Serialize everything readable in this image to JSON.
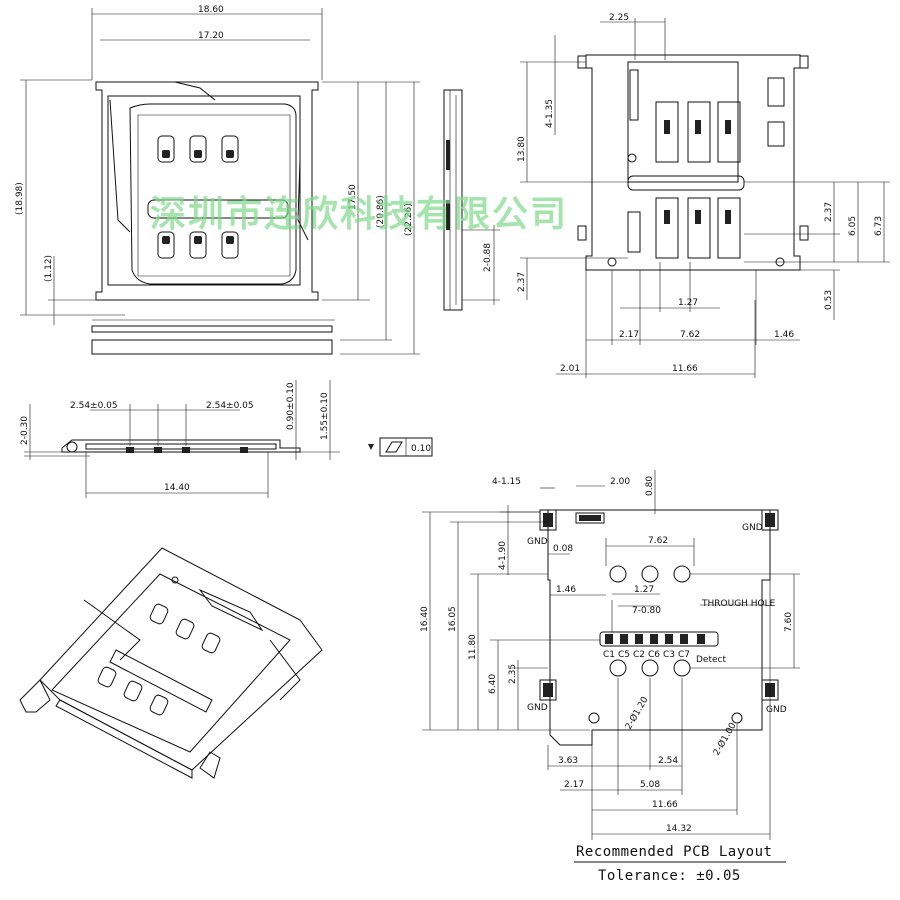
{
  "watermark": "深圳市连欣科技有限公司",
  "top_view": {
    "dims": [
      "18.60",
      "17.20",
      "(18.98)",
      "17.50",
      "(20.86)",
      "(22.26)",
      "(1.12)"
    ]
  },
  "side_view": {
    "dims": [
      "2-0.88"
    ]
  },
  "right_view": {
    "dims": [
      "2.25",
      "4-1.35",
      "13.80",
      "2.37",
      "6.05",
      "6.73",
      "2.37",
      "1.27",
      "0.53",
      "2.17",
      "7.62",
      "1.46",
      "2.01",
      "11.66"
    ]
  },
  "front_view": {
    "dims": [
      "2-0.30",
      "2.54±0.05",
      "2.54±0.05",
      "0.90±0.10",
      "1.55±0.10",
      "14.40",
      "0.10"
    ]
  },
  "pcb_layout": {
    "dims": [
      "4-1.15",
      "2.00",
      "0.80",
      "4-1.90",
      "0.08",
      "7.62",
      "1.46",
      "1.27",
      "7-0.80",
      "THROUGH HOLE",
      "16.40",
      "16.05",
      "11.80",
      "6.40",
      "2.35",
      "7.60",
      "2-Ø1.20",
      "2-Ø1.00",
      "3.63",
      "2.54",
      "2.17",
      "5.08",
      "11.66",
      "14.32"
    ],
    "gnd_labels": [
      "GND",
      "GND",
      "GND",
      "GND"
    ],
    "pin_labels": [
      "C1",
      "C5",
      "C2",
      "C6",
      "C3",
      "C7",
      "Detect"
    ],
    "title": "Recommended PCB Layout",
    "tolerance": "Tolerance: ±0.05"
  }
}
